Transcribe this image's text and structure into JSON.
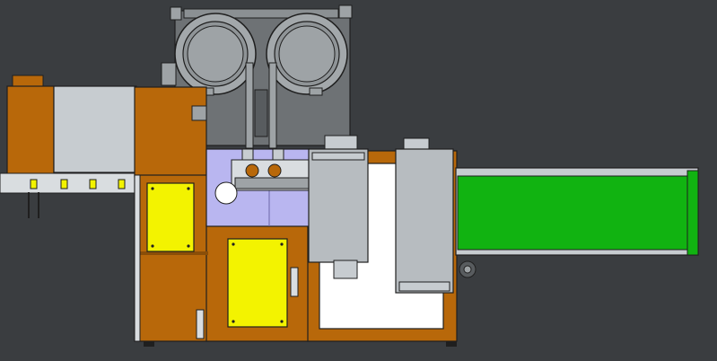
{
  "colors": {
    "background": "#3a3d40",
    "brown_panel": "#b8680a",
    "brown_dark": "#8a4e08",
    "gray_housing": "#9ea3a6",
    "gray_dark": "#6e7275",
    "light_gray": "#c7ccd0",
    "lavender": "#b9b6f0",
    "yellow_panel": "#f3f300",
    "green_belt": "#11b311",
    "white_tray": "#ffffff",
    "outline": "#1f1f1f"
  },
  "components": [
    {
      "name": "twin-bowl-feeder-housing",
      "icon": "bowl-feeder-icon"
    },
    {
      "name": "left-feed-conveyor",
      "icon": "conveyor-icon"
    },
    {
      "name": "main-machine-frame",
      "icon": "frame-icon"
    },
    {
      "name": "lavender-work-area",
      "icon": "work-area-icon"
    },
    {
      "name": "left-yellow-access-panel",
      "icon": "panel-icon"
    },
    {
      "name": "center-yellow-access-panel",
      "icon": "panel-icon"
    },
    {
      "name": "center-gray-cabinet",
      "icon": "cabinet-icon"
    },
    {
      "name": "right-gray-cabinet",
      "icon": "cabinet-icon"
    },
    {
      "name": "output-tray",
      "icon": "tray-icon"
    },
    {
      "name": "green-belt-conveyor",
      "icon": "belt-icon"
    }
  ]
}
